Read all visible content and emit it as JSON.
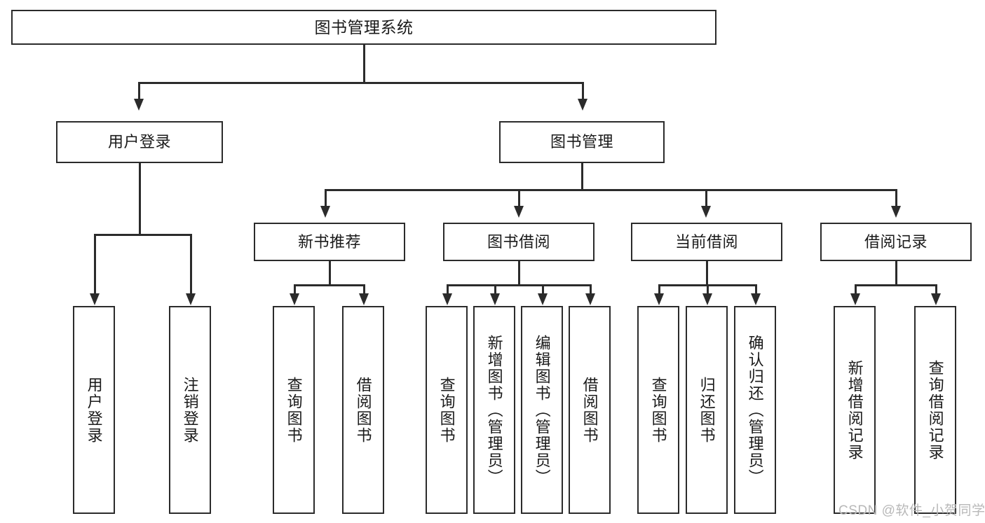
{
  "diagram": {
    "type": "hierarchy-tree",
    "title": "图书管理系统",
    "watermark": "CSDN @软件_小贺同学",
    "colors": {
      "stroke": "#2b2b2b",
      "fill": "#ffffff",
      "text": "#1a1a1a",
      "watermark": "#b8b8b8"
    },
    "nodes": {
      "root": {
        "label": "图书管理系统"
      },
      "level2": [
        {
          "label": "用户登录"
        },
        {
          "label": "图书管理"
        }
      ],
      "level3": [
        {
          "label": "新书推荐"
        },
        {
          "label": "图书借阅"
        },
        {
          "label": "当前借阅"
        },
        {
          "label": "借阅记录"
        }
      ],
      "leaves": {
        "user_login": [
          {
            "label": "用户登录"
          },
          {
            "label": "注销登录"
          }
        ],
        "new_book": [
          {
            "label": "查询图书"
          },
          {
            "label": "借阅图书"
          }
        ],
        "book_borrow": [
          {
            "label": "查询图书"
          },
          {
            "label": "新增图书（管理员）"
          },
          {
            "label": "编辑图书（管理员）"
          },
          {
            "label": "借阅图书"
          }
        ],
        "current_borrow": [
          {
            "label": "查询图书"
          },
          {
            "label": "归还图书"
          },
          {
            "label": "确认归还（管理员）"
          }
        ],
        "borrow_record": [
          {
            "label": "新增借阅记录"
          },
          {
            "label": "查询借阅记录"
          }
        ]
      }
    }
  }
}
